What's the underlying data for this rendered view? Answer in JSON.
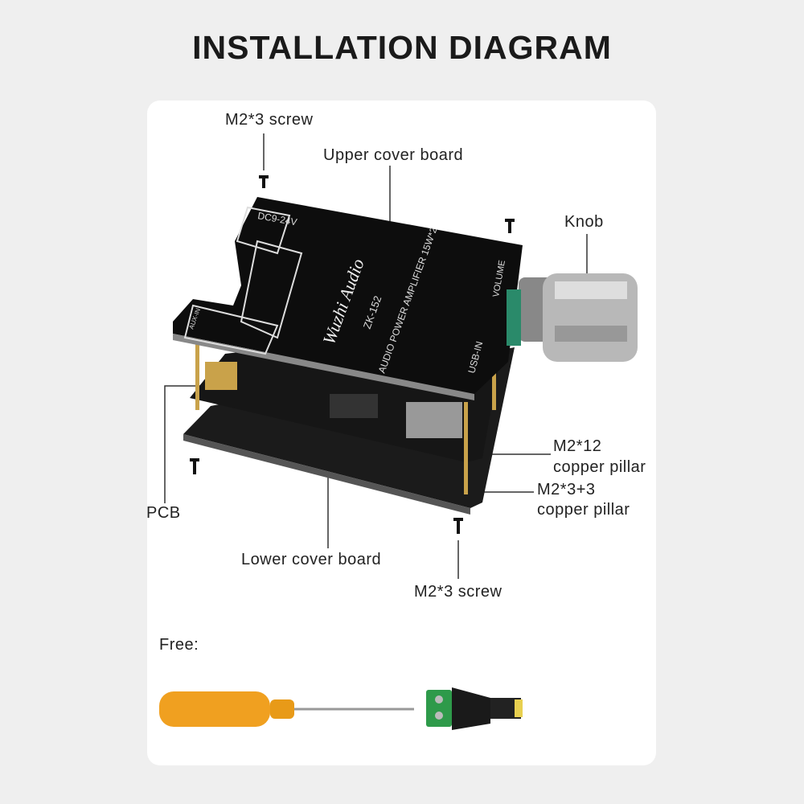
{
  "title": "INSTALLATION DIAGRAM",
  "labels": {
    "screw_top": "M2*3 screw",
    "upper_cover": "Upper cover board",
    "knob": "Knob",
    "pillar12_a": "M2*12",
    "pillar12_b": "copper pillar",
    "pillar33_a": "M2*3+3",
    "pillar33_b": "copper pillar",
    "pcb": "PCB",
    "lower_cover": "Lower cover board",
    "screw_bottom": "M2*3 screw",
    "free": "Free:"
  },
  "board_print": {
    "voltage": "DC9-24V",
    "brand": "Wuzhi Audio",
    "model": "ZK-152",
    "product": "AUDIO POWER AMPLIFIER 15W*2",
    "volume": "VOLUME",
    "usb": "USB-IN",
    "aux": "AUX-IN"
  },
  "colors": {
    "board": "#111111",
    "copper": "#c9a24a",
    "handle": "#f0a020",
    "connector": "#2e9a4a"
  }
}
